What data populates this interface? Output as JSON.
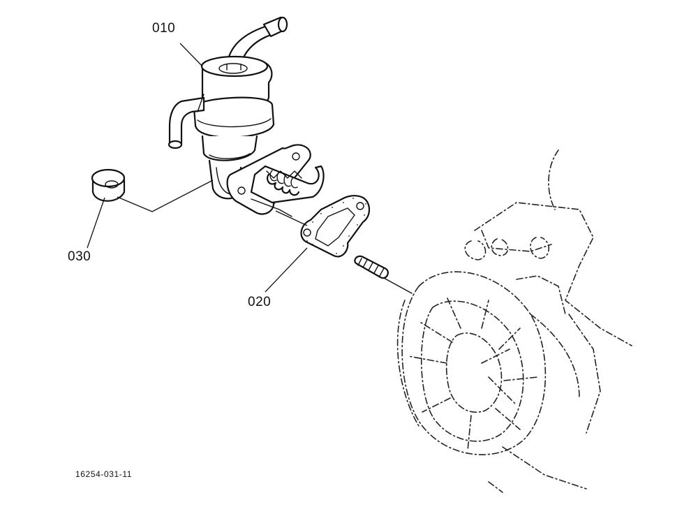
{
  "callouts": {
    "part_010": "010",
    "part_020": "020",
    "part_030": "030"
  },
  "drawing_number": "16254-031-11",
  "colors": {
    "ink": "#111111",
    "background": "#ffffff"
  }
}
